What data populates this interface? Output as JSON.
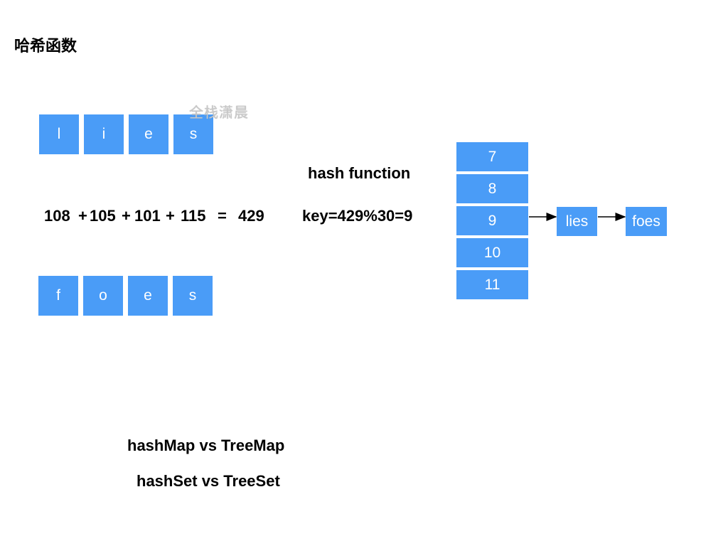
{
  "title": "哈希函数",
  "watermark": "全栈潇晨",
  "word_top": [
    "l",
    "i",
    "e",
    "s"
  ],
  "word_bottom": [
    "f",
    "o",
    "e",
    "s"
  ],
  "sum": {
    "a": "108",
    "plus1": "+",
    "b": "105",
    "plus2": "+",
    "c": "101",
    "plus3": "+",
    "d": "115",
    "eq": "=",
    "result": "429"
  },
  "hash_function_label": "hash function",
  "key_expr": "key=429%30=9",
  "buckets": [
    "7",
    "8",
    "9",
    "10",
    "11"
  ],
  "chain": [
    "lies",
    "foes"
  ],
  "bottom_line_1": "hashMap vs TreeMap",
  "bottom_line_2": "hashSet vs TreeSet",
  "colors": {
    "cell": "#4a9cf7",
    "arrow": "#000000"
  }
}
